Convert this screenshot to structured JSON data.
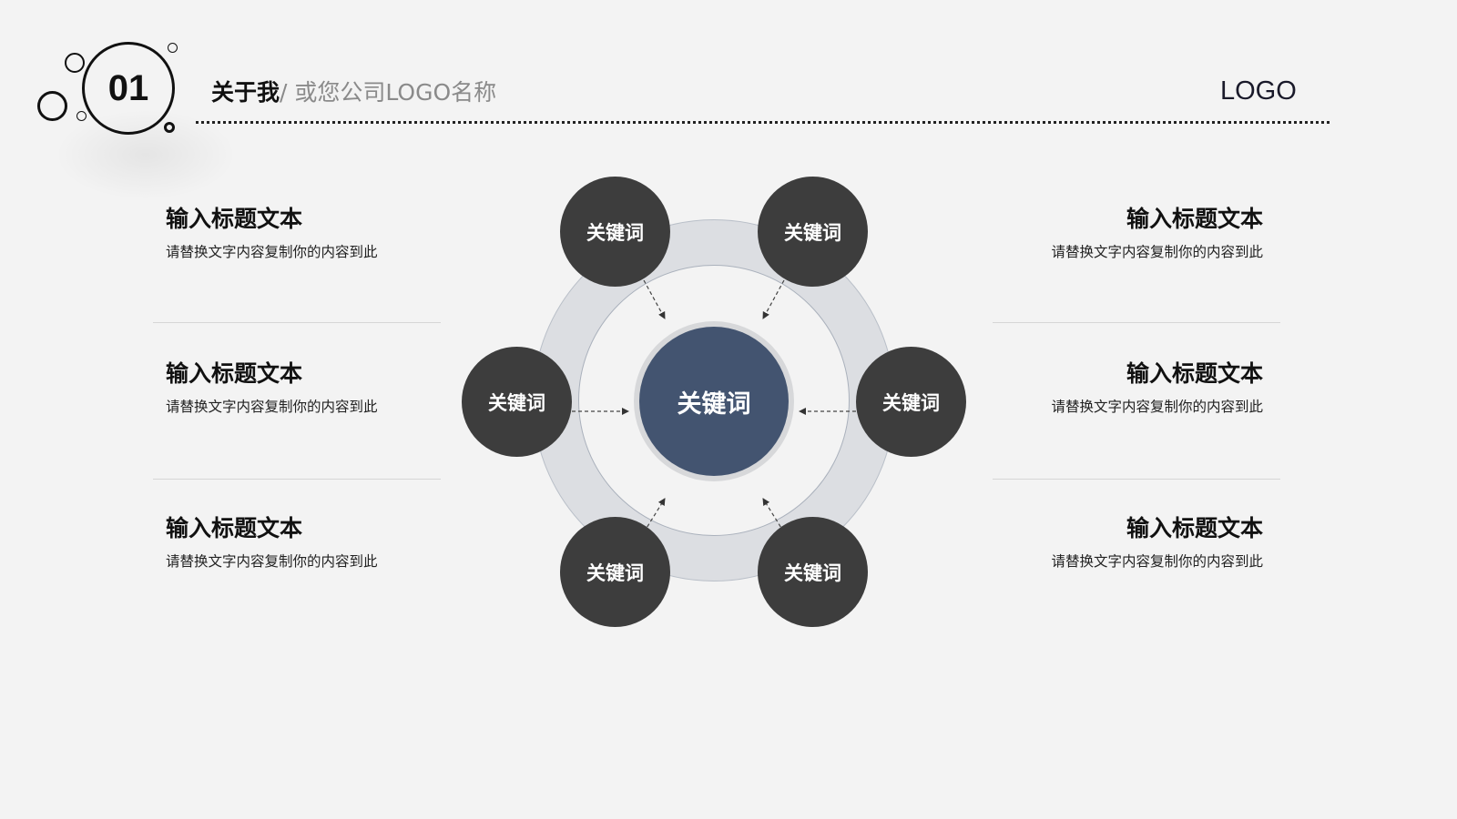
{
  "header": {
    "number": "01",
    "title_bold": "关于我",
    "title_sub": "/ 或您公司LOGO名称",
    "logo": "LOGO"
  },
  "left_items": [
    {
      "title": "输入标题文本",
      "desc": "请替换文字内容复制你的内容到此"
    },
    {
      "title": "输入标题文本",
      "desc": "请替换文字内容复制你的内容到此"
    },
    {
      "title": "输入标题文本",
      "desc": "请替换文字内容复制你的内容到此"
    }
  ],
  "right_items": [
    {
      "title": "输入标题文本",
      "desc": "请替换文字内容复制你的内容到此"
    },
    {
      "title": "输入标题文本",
      "desc": "请替换文字内容复制你的内容到此"
    },
    {
      "title": "输入标题文本",
      "desc": "请替换文字内容复制你的内容到此"
    }
  ],
  "diagram": {
    "center_label": "关键词",
    "satellites": [
      {
        "position": "top-left",
        "label": "关键词"
      },
      {
        "position": "top-right",
        "label": "关键词"
      },
      {
        "position": "left",
        "label": "关键词"
      },
      {
        "position": "right",
        "label": "关键词"
      },
      {
        "position": "bottom-left",
        "label": "关键词"
      },
      {
        "position": "bottom-right",
        "label": "关键词"
      }
    ],
    "colors": {
      "center": "#435470",
      "satellite": "#3d3d3d",
      "ring": "#dcdee2",
      "background": "#f3f3f3"
    }
  }
}
